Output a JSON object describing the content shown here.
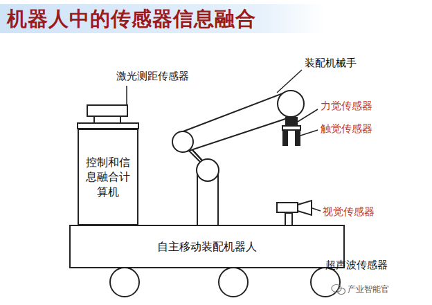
{
  "diagram": {
    "title": "机器人中的传感器信息融合",
    "nodes": [
      {
        "text": [
          "控制和信息融合计算机"
        ]
      },
      {
        "text": [
          "自主移动装配机器人"
        ]
      }
    ],
    "labels": [
      "激光测距传感器",
      "装配机械手",
      "力觉传感器",
      "触觉传感器",
      "视觉传感器",
      "超声波传感器",
      "产业智能官"
    ]
  }
}
